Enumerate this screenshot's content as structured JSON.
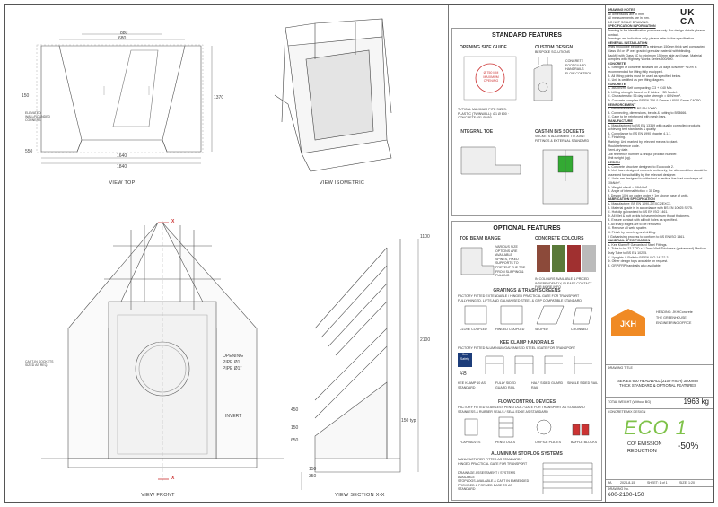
{
  "views": {
    "top": "VIEW TOP",
    "isometric": "VIEW ISOMETRIC",
    "front": "VIEW FRONT",
    "section": "VIEW SECTION X-X",
    "dim_top_width_1": "1640",
    "dim_top_inner_1": "880",
    "dim_top_inner_2": "680",
    "dim_top_width_2": "1840",
    "dim_top_depth": "1370",
    "dim_top_left_a": "150",
    "dim_top_left_b": "550",
    "dim_section_h1": "1100",
    "dim_section_h2": "2100",
    "dim_section_h3": "450",
    "dim_section_h4": "150",
    "dim_section_h5": "650",
    "dim_section_bottom_a": "150",
    "dim_section_bottom_b": "350",
    "dim_section_right": "150 typ",
    "section_marker": "X",
    "front_label_pipe1": "PIPE Ø1",
    "front_label_pipe2": "PIPE Ø1*",
    "front_label_opening": "OPENING",
    "front_label_invert": "INVERT",
    "top_side_label": "ELEVATED WALL/ROUNDED CORNERS",
    "front_side_label": "CAST-IN SOCKETS SIZED AS REQ."
  },
  "standard": {
    "title": "STANDARD FEATURES",
    "opening_title": "OPENING SIZE GUIDE",
    "opening_circle": "Ø 750 MM MAXIMUM OPENING",
    "opening_foot": "TYPICAL MAXIMUM PIPE SIZES: PLASTIC (TWINWALL): Ø1 Ø 600 · CONCRETE: Ø1 Ø 450",
    "custom_title": "CUSTOM DESIGN",
    "custom_sub": "BESPOKE SOLUTIONS",
    "custom_items": [
      "CONCRETE",
      "FOOTGUARD",
      "HANDRAILS",
      "FLOW CONTROL"
    ],
    "integral_title": "INTEGRAL TOE",
    "cast_title": "CAST-IN B/S SOCKETS",
    "cast_sub": "SOCKETS ALIGNMENT TO JOINT FITTINGS & EXTERNAL STANDARD"
  },
  "optional": {
    "title": "OPTIONAL FEATURES",
    "toe_title": "TOE BEAM RANGE",
    "toe_notes": [
      "VARIOUS SIZE OPTIONS ARE AVAILABLE",
      "SPINES, FIXED SUPPORTS TO PREVENT THE TOE FROM SLIPPING & PULLING"
    ],
    "colours_title": "CONCRETE COLOURS",
    "colours_note": "IN COLOURS AVAILABLE & PRICED INDEPENDENTLY, PLEASE CONTACT FOR MORE INFO",
    "grating_title": "GRATINGS & TRASH SCREENS",
    "grating_sub": "FACTORY FITTED EXTENDABLE / HINGED PRACTICAL GATE FOR TRANSPORT",
    "grating_sub2": "FULLY HINGED, LIFTS AND GALVANISED STEEL & GRP COMPATIBLE STANDARD",
    "grating_items": [
      "CLOSE COUPLED",
      "HINGED COUPLED",
      "SLOPED",
      "CROWNED"
    ],
    "klimp_title": "KEE KLAMP HANDRAILS",
    "klimp_sub": "FACTORY FITTED ALUMINIUM/GALVANISED STEEL / GATE FOR TRANSPORT",
    "klimp_items": [
      "KEE KLAMP 10 AS STANDARD",
      "FULLY SIDED GUARD RAIL",
      "HALF SIDED GUARD RAIL",
      "SINGLE SIDED RAIL"
    ],
    "keesafety": "Kee Safety",
    "klamp_mark": "#8",
    "flow_title": "FLOW CONTROL DEVICES",
    "flow_sub": "FACTORY FITTED STAINLESS PENSTOCK / GATE FOR TRANSPORT AS STANDARD",
    "flow_sub2": "STAINLESS & RUBBER SEALS / SEAL EDGE AS STANDARD",
    "flow_items": [
      "FLAP VALVES",
      "PENSTOCKS",
      "ORIFICE PLATES",
      "BAFFLE BLOCKS"
    ],
    "alu_title": "ALUMINIUM STOPLOG SYSTEMS",
    "alu_sub": "MANUFACTURER FITTED AS STANDARD / HINGED PRACTICAL GATE FOR TRANSPORT",
    "alu_notes": [
      "DRAINAGE ASSESSMENT / SYSTEMS AVAILABLE",
      "STOPLOGS AVAILABLE & CAST IN EMBEDDED",
      "PROVIDED & FORMED BASE TO AS STANDARD"
    ]
  },
  "notes": {
    "general_heading": "DRAWING NOTES",
    "general": [
      "All dimensions are in mm.",
      "All measurements are in mm.",
      "DO NOT SCALE DRAWING."
    ],
    "spec_heading": "SPECIFICATION INFORMATION",
    "spec": [
      "Drawing is for identification purposes only. For design details please contact.",
      "Drawings are indicative only, please refer to the specification."
    ],
    "install_heading": "GENERAL INSTALLATION",
    "install": [
      "Units should be bedded on a minimum 150mm thick well compacted Class 6N or 6P well graded granular material with blinding.",
      "Backfill with Class 6C to minimum 150mm side and base. Material complies with Highway Works Series 500/600."
    ],
    "concrete_heading": "CONCRETE",
    "concrete": [
      "A. Strength of concrete is based on 28 days 40N/mm² +10% is recommended for lifting fully equipped.",
      "B. All lifting points must be used as specified below.",
      "C. Unit is certified as per lifting diagram."
    ],
    "steel_heading": "CONCRETE",
    "steel": [
      "A. 360 kN/m² Self compacting: C3 + C40 Mix.",
      "B. Lifting strength based on 2 tables + 3D Model.",
      "C. Characteristic: 56 day cube strength = 60N/mm².",
      "D. Concrete complies BS EN 206 & Dense A 8000 Grade C40/50."
    ],
    "reinf_heading": "REINFORCEMENT",
    "reinf": [
      "A. Reinforcement to BS EN 10080.",
      "B. Connecting, dimensions, bends & cutting to BS8666.",
      "C. Cage to be reinforced with mesh bars."
    ],
    "manuf_heading": "MANUFACTURE",
    "manuf": [
      "A. Manufactured to BS EN 13369 with quality controlled products achieving test standards & quality.",
      "B. Compliance to BS EN 1990 chapter 4.1.1.",
      "C. Finishing."
    ],
    "after": [
      "Marking: Unit marked by relevant means to plant.",
      "Mould reference code.",
      "Semi-dry date.",
      "Job reference number & unique product number.",
      "Unit weight (kg)."
    ],
    "design_heading": "DESIGN",
    "design": [
      "A. Concrete structure designed to Eurocode 2.",
      "B. Unit have designed concrete units only, the site condition should be assessed for suitability by the relevant designer.",
      "C. Units are designed to withstand a vertical live load surcharge of 10kN/m².",
      "D. Weight of soil = 19kN/m³.",
      "E. Angle of internal friction = 30 Deg.",
      "F. Design 10% on water under + 1m above base of units."
    ],
    "fab_heading": "FABRICATION SPECIFICATION",
    "fab": [
      "A. Manufacture: BS EN 1090-2 EXC2/EXC3.",
      "B. Material grade is in accordance with BS EN 10025 S275.",
      "C. Hot-dip galvanised to BS EN ISO 1461.",
      "D. All fillet & butt welds to have minimum throat thickness.",
      "E. Ensure contact with all bolt holes as specified.",
      "F. All sharp edges are to be removed.",
      "G. Remove all weld spatter.",
      "H. Finish by punching and drilling.",
      "I. Galvanising process to conform to BS EN ISO 1461."
    ],
    "handrail_heading": "HANDRAIL SPECIFICATION",
    "handrail": [
      "A. Kee Klamp® Galvanised Steel Fittings.",
      "B. Tube to be 33.7 OD x 3.2mm Wall Thickness (galvanised) Medium Duty Tube to BS EN 10255.",
      "C. Uprights & Rails to BS EN ISO 14122-3.",
      "D. Other design tops available on request.",
      "E. GRP/FRP handrails also available."
    ]
  },
  "title_block": {
    "company_line1": "HEADING: JKH Concrete",
    "company_line2": "THE GREENHOUSE",
    "company_line3": "ENGINEERING OFFICE",
    "drawing_title_label": "DRAWING TITLE",
    "drawing_title": "SERIES 600 HEADWALL (2100 HIGH) 3000mm THICK STANDARD & OPTIONAL FEATURES",
    "weight_label": "TOTAL WEIGHT (Without BG)",
    "weight": "1963 kg",
    "concrete_label": "CONCRETE MIX DESIGN",
    "eco_logo": "ECO 1",
    "eco_line1": "CO² EMISSION",
    "eco_line2": "REDUCTION",
    "eco_pct": "-50%",
    "meta": [
      "PA",
      "2024-8-15",
      "SHEET: 1 of 1",
      "SIZE: 1:20"
    ],
    "drawing_no_label": "DRAWING No.",
    "drawing_no": "600-2100-150",
    "ukca": "UK CA",
    "logo": "JKH"
  }
}
